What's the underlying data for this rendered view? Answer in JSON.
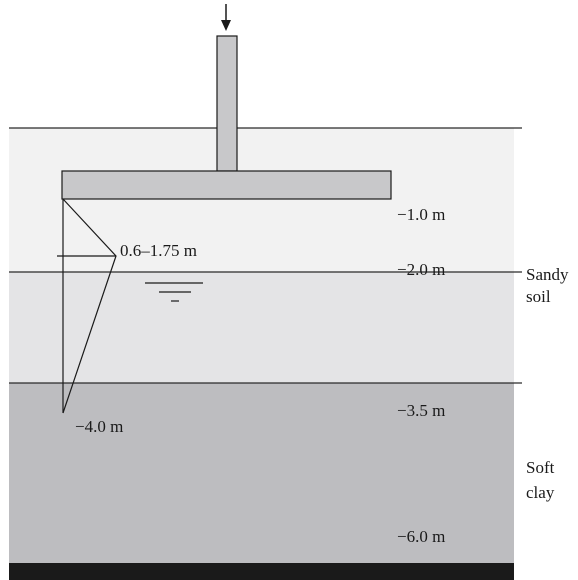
{
  "colors": {
    "upper_layer": "#f2f2f2",
    "sandy_layer": "#e4e4e6",
    "clay_layer": "#bdbdc0",
    "footing": "#c8c8ca",
    "base": "#1a1a1a",
    "line": "#2a2a2a"
  },
  "icons": {
    "load": "down-arrow-icon",
    "water_table": "water-table-icon"
  },
  "labels": {
    "depth_1": "−1.0 m",
    "depth_2": "−2.0 m",
    "depth_3": "−3.5 m",
    "depth_4": "−6.0 m",
    "stress_range": "0.6–1.75 m",
    "stress_tip": "−4.0 m",
    "sandy_line1": "Sandy",
    "sandy_line2": "soil",
    "clay_line1": "Soft",
    "clay_line2": "clay"
  }
}
